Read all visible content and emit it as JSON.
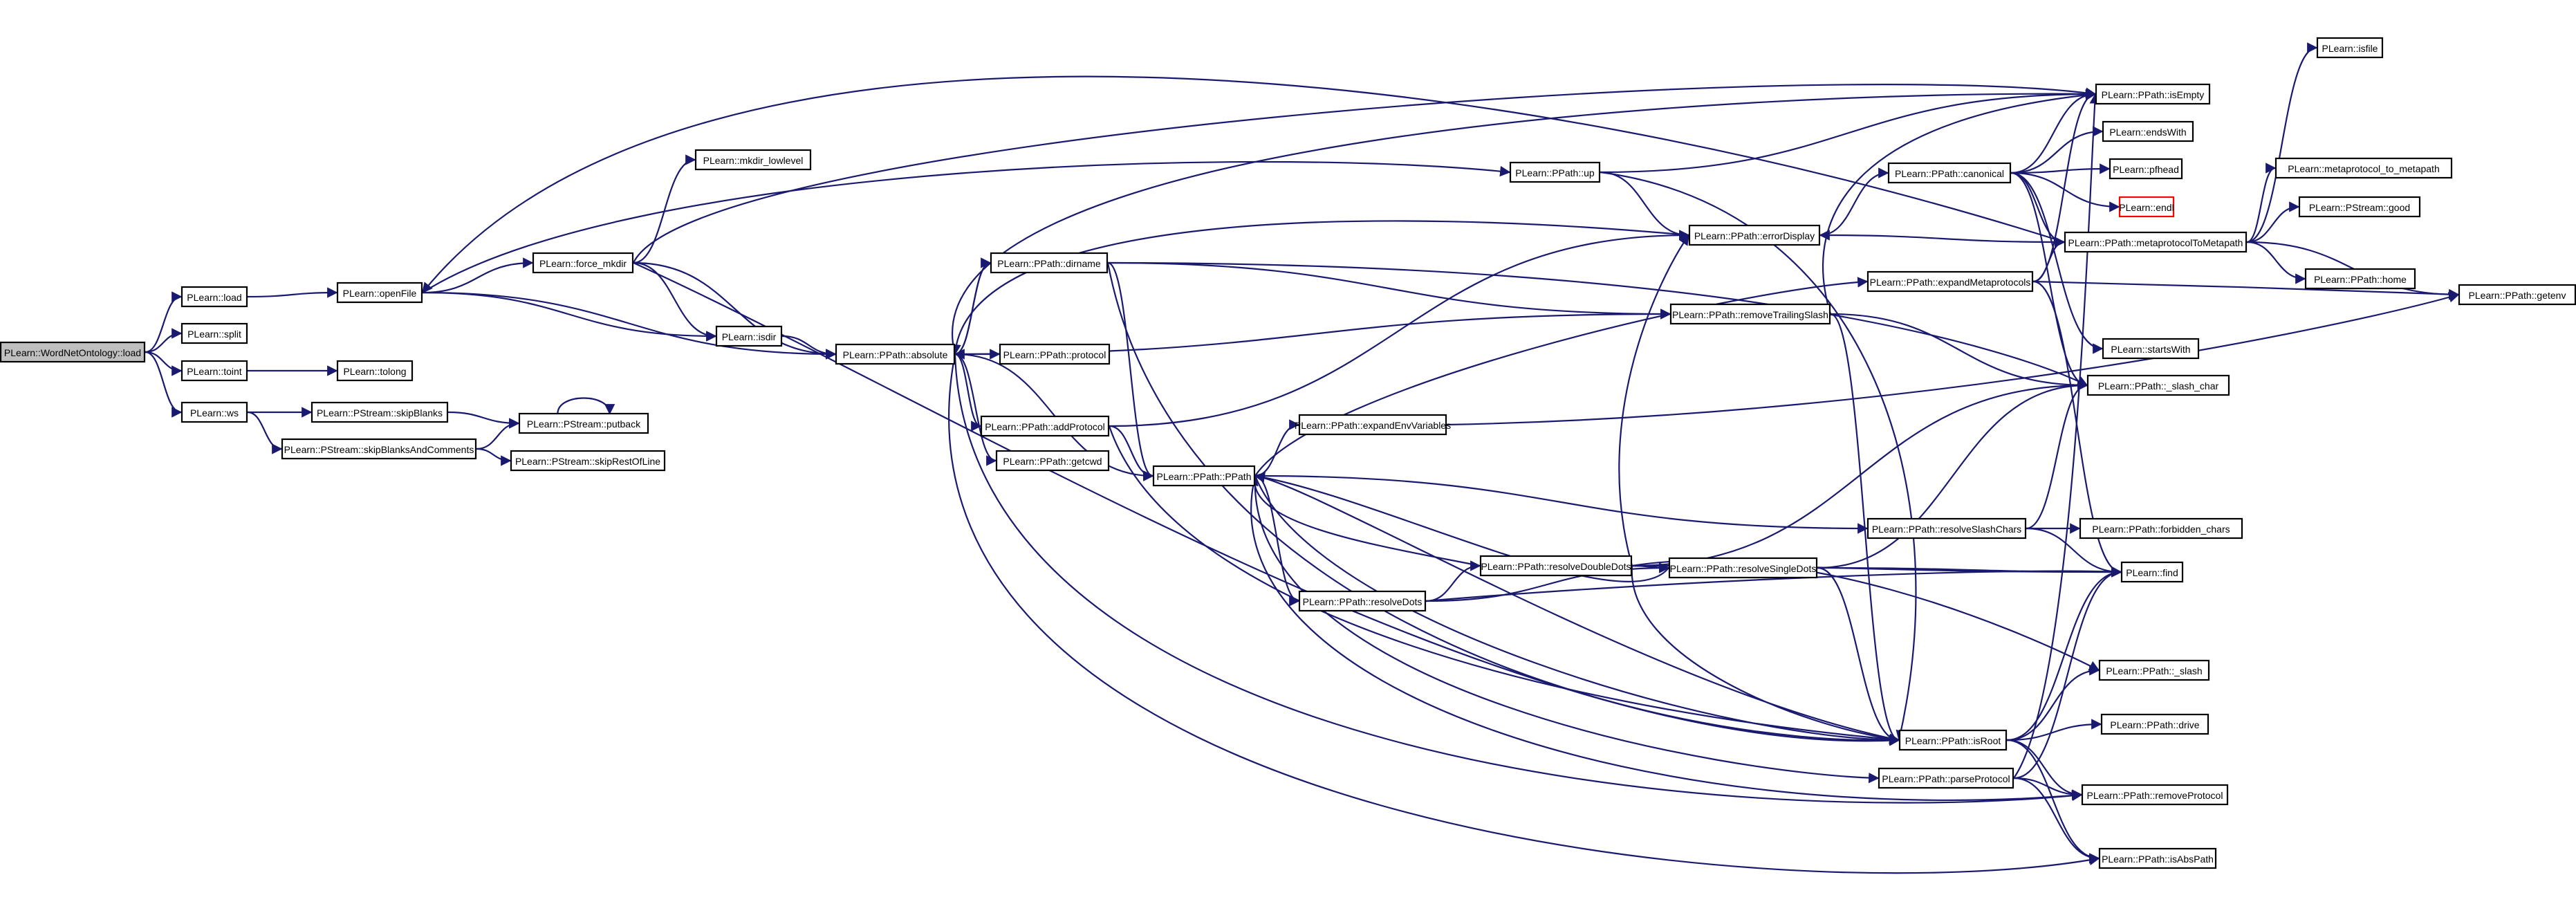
{
  "diagram": {
    "nodes": [
      {
        "id": "root",
        "label": "PLearn::WordNetOntology::load",
        "root": true
      },
      {
        "id": "load",
        "label": "PLearn::load"
      },
      {
        "id": "split",
        "label": "PLearn::split"
      },
      {
        "id": "toint",
        "label": "PLearn::toint"
      },
      {
        "id": "ws",
        "label": "PLearn::ws"
      },
      {
        "id": "openFile",
        "label": "PLearn::openFile"
      },
      {
        "id": "tolong",
        "label": "PLearn::tolong"
      },
      {
        "id": "skipBlanks",
        "label": "PLearn::PStream::skipBlanks"
      },
      {
        "id": "skipBlanksAndComments",
        "label": "PLearn::PStream::skipBlanksAndComments"
      },
      {
        "id": "putback",
        "label": "PLearn::PStream::putback"
      },
      {
        "id": "skipRestOfLine",
        "label": "PLearn::PStream::skipRestOfLine"
      },
      {
        "id": "force_mkdir",
        "label": "PLearn::force_mkdir"
      },
      {
        "id": "mkdir_lowlevel",
        "label": "PLearn::mkdir_lowlevel"
      },
      {
        "id": "isdir",
        "label": "PLearn::isdir"
      },
      {
        "id": "absolute",
        "label": "PLearn::PPath::absolute"
      },
      {
        "id": "dirname",
        "label": "PLearn::PPath::dirname"
      },
      {
        "id": "protocol",
        "label": "PLearn::PPath::protocol"
      },
      {
        "id": "addProtocol",
        "label": "PLearn::PPath::addProtocol"
      },
      {
        "id": "getcwd",
        "label": "PLearn::PPath::getcwd"
      },
      {
        "id": "up",
        "label": "PLearn::PPath::up"
      },
      {
        "id": "PPath",
        "label": "PLearn::PPath::PPath"
      },
      {
        "id": "expandEnvVariables",
        "label": "PLearn::PPath::expandEnvVariables"
      },
      {
        "id": "resolveDots",
        "label": "PLearn::PPath::resolveDots"
      },
      {
        "id": "resolveDoubleDots",
        "label": "PLearn::PPath::resolveDoubleDots"
      },
      {
        "id": "resolveSingleDots",
        "label": "PLearn::PPath::resolveSingleDots"
      },
      {
        "id": "errorDisplay",
        "label": "PLearn::PPath::errorDisplay"
      },
      {
        "id": "removeTrailingSlash",
        "label": "PLearn::PPath::removeTrailingSlash"
      },
      {
        "id": "canonical",
        "label": "PLearn::PPath::canonical"
      },
      {
        "id": "expandMetaprotocols",
        "label": "PLearn::PPath::expandMetaprotocols"
      },
      {
        "id": "resolveSlashChars",
        "label": "PLearn::PPath::resolveSlashChars"
      },
      {
        "id": "isRoot",
        "label": "PLearn::PPath::isRoot"
      },
      {
        "id": "parseProtocol",
        "label": "PLearn::PPath::parseProtocol"
      },
      {
        "id": "isEmpty",
        "label": "PLearn::PPath::isEmpty"
      },
      {
        "id": "endsWith",
        "label": "PLearn::endsWith"
      },
      {
        "id": "pfhead",
        "label": "PLearn::pfhead"
      },
      {
        "id": "endl",
        "label": "PLearn::endl",
        "red": true
      },
      {
        "id": "metaprotocolToMetapath",
        "label": "PLearn::PPath::metaprotocolToMetapath"
      },
      {
        "id": "startsWith",
        "label": "PLearn::startsWith"
      },
      {
        "id": "slash_char",
        "label": "PLearn::PPath::_slash_char"
      },
      {
        "id": "forbidden_chars",
        "label": "PLearn::PPath::forbidden_chars"
      },
      {
        "id": "find",
        "label": "PLearn::find"
      },
      {
        "id": "slash",
        "label": "PLearn::PPath::_slash"
      },
      {
        "id": "drive",
        "label": "PLearn::PPath::drive"
      },
      {
        "id": "removeProtocol",
        "label": "PLearn::PPath::removeProtocol"
      },
      {
        "id": "isAbsPath",
        "label": "PLearn::PPath::isAbsPath"
      },
      {
        "id": "isfile",
        "label": "PLearn::isfile"
      },
      {
        "id": "metaprotocol_to_metapath",
        "label": "PLearn::metaprotocol_to_metapath"
      },
      {
        "id": "good",
        "label": "PLearn::PStream::good"
      },
      {
        "id": "home",
        "label": "PLearn::PPath::home"
      },
      {
        "id": "getenv",
        "label": "PLearn::PPath::getenv"
      }
    ]
  }
}
